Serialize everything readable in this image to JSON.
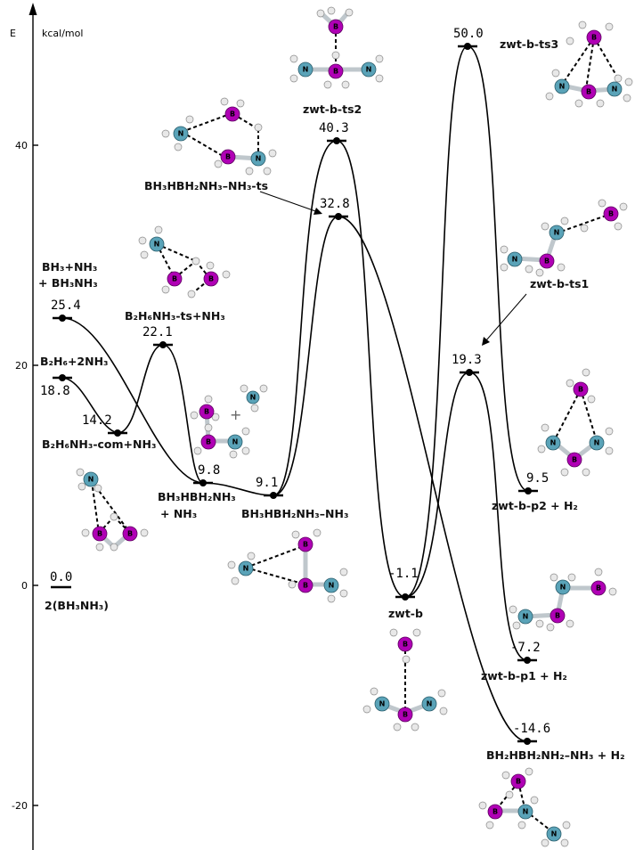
{
  "axis": {
    "title": "E",
    "unit": "kcal/mol",
    "ticks": [
      "40",
      "20",
      "0",
      "-20"
    ]
  },
  "chart_data": {
    "type": "diagram",
    "title": "",
    "ylabel": "E",
    "yunit": "kcal/mol",
    "ylim": [
      -24,
      53
    ],
    "states": [
      {
        "id": "ref",
        "energy": 0.0,
        "value_label": "0.0",
        "label": "2(BH₃NH₃)"
      },
      {
        "id": "bh3nh3",
        "energy": 25.4,
        "value_label": "25.4",
        "label_line1": "BH₃+NH₃",
        "label_line2": "+ BH₃NH₃"
      },
      {
        "id": "b2h6",
        "energy": 18.8,
        "value_label": "18.8",
        "label": "B₂H₆+2NH₃"
      },
      {
        "id": "b2h6com",
        "energy": 14.2,
        "value_label": "14.2",
        "label": "B₂H₆NH₃-com+NH₃"
      },
      {
        "id": "b2h6ts",
        "energy": 22.1,
        "value_label": "22.1",
        "label": "B₂H₆NH₃-ts+NH₃"
      },
      {
        "id": "bh3hbh2",
        "energy": 9.8,
        "value_label": "9.8",
        "label_line1": "BH₃HBH₂NH₃",
        "label_line2": "+ NH₃"
      },
      {
        "id": "bh3hbh2nh3",
        "energy": 9.1,
        "value_label": "9.1",
        "label": "BH₃HBH₂NH₃–NH₃"
      },
      {
        "id": "zwtbts2",
        "energy": 40.3,
        "value_label": "40.3",
        "label": "zwt-b-ts2"
      },
      {
        "id": "nh3ts",
        "energy": 32.8,
        "value_label": "32.8",
        "label": "BH₃HBH₂NH₃–NH₃-ts"
      },
      {
        "id": "zwtb",
        "energy": -1.1,
        "value_label": "-1.1",
        "label": "zwt-b"
      },
      {
        "id": "zwtbts3",
        "energy": 50.0,
        "value_label": "50.0",
        "label": "zwt-b-ts3"
      },
      {
        "id": "zwtbts1",
        "energy": 19.3,
        "value_label": "19.3",
        "label": "zwt-b-ts1"
      },
      {
        "id": "p2",
        "energy": 9.5,
        "value_label": "9.5",
        "label": "zwt-b-p2 + H₂"
      },
      {
        "id": "p1",
        "energy": -7.2,
        "value_label": "-7.2",
        "label": "zwt-b-p1 + H₂"
      },
      {
        "id": "final",
        "energy": -14.6,
        "value_label": "-14.6",
        "label": "BH₂HBH₂NH₂–NH₃ + H₂"
      }
    ]
  }
}
